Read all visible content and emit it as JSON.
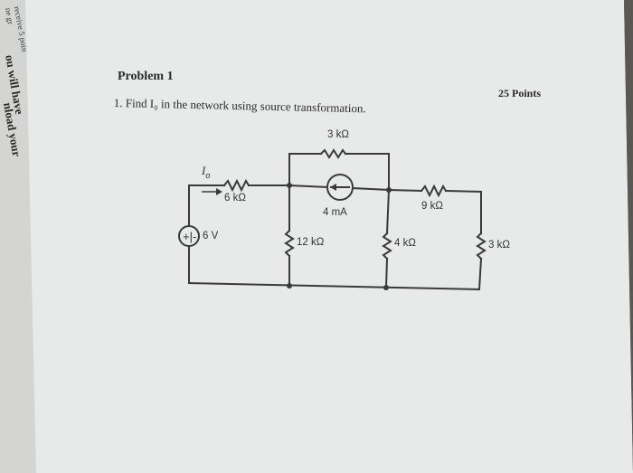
{
  "problem": {
    "title": "Problem 1",
    "points": "25 Points",
    "question": "1.  Find I₀ in the network using source transformation."
  },
  "circuit": {
    "current_label": "I",
    "current_sub": "o",
    "voltage_source": "6 V",
    "voltage_source_polarity": "+|-",
    "current_source": "4 mA",
    "resistors": {
      "r_top": "3 kΩ",
      "r_left": "6 kΩ",
      "r_12k": "12 kΩ",
      "r_4k": "4 kΩ",
      "r_9k": "9 kΩ",
      "r_3k_right": "3 kΩ"
    }
  },
  "side_page": {
    "lines": [
      "ne gr",
      "receive 5 poin",
      "ou will have",
      "nload your"
    ]
  },
  "colors": {
    "paper": "#e9ebea",
    "wire": "#3a3a3a",
    "background": "#7f7d78"
  }
}
